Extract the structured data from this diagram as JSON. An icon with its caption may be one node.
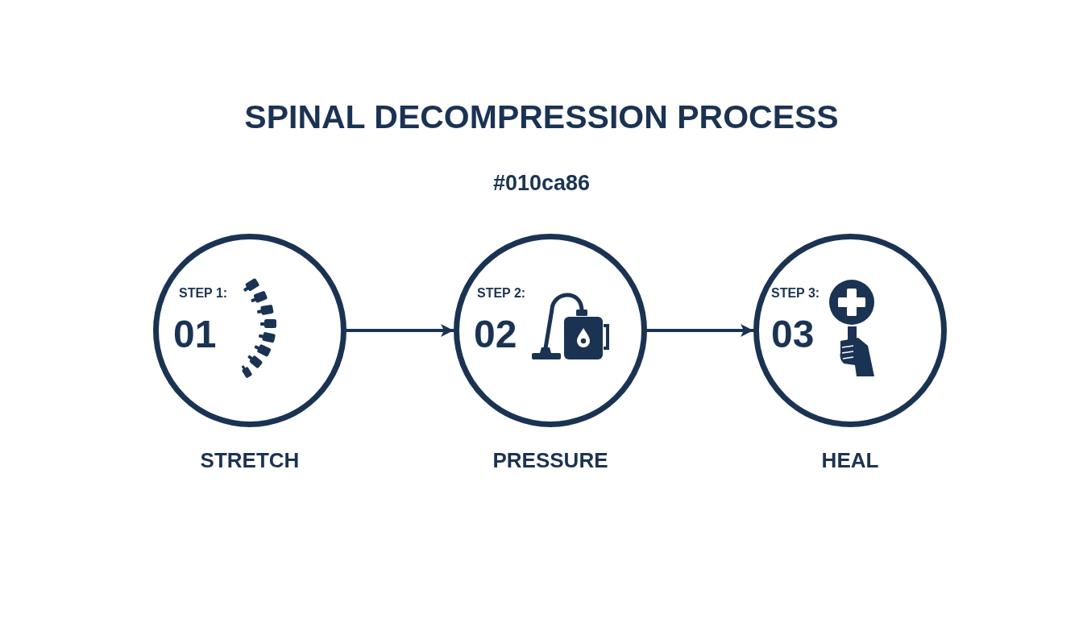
{
  "diagram": {
    "title": "SPINAL DECOMPRESSION PROCESS",
    "nodes": [
      {
        "text": [
          "STEP 1:",
          "01"
        ],
        "beside": [
          "STRETCH"
        ]
      },
      {
        "text": [
          "STEP 2:",
          "02"
        ],
        "beside": [
          "PRESSURE"
        ]
      },
      {
        "text": [
          "STEP 3:",
          "03"
        ],
        "beside": [
          "HEAL"
        ]
      }
    ],
    "edges": [
      {
        "from": 0,
        "to": 1,
        "arrow": "to"
      },
      {
        "from": 1,
        "to": 2,
        "arrow": "to"
      }
    ],
    "labels": [
      "#010ca86"
    ]
  }
}
